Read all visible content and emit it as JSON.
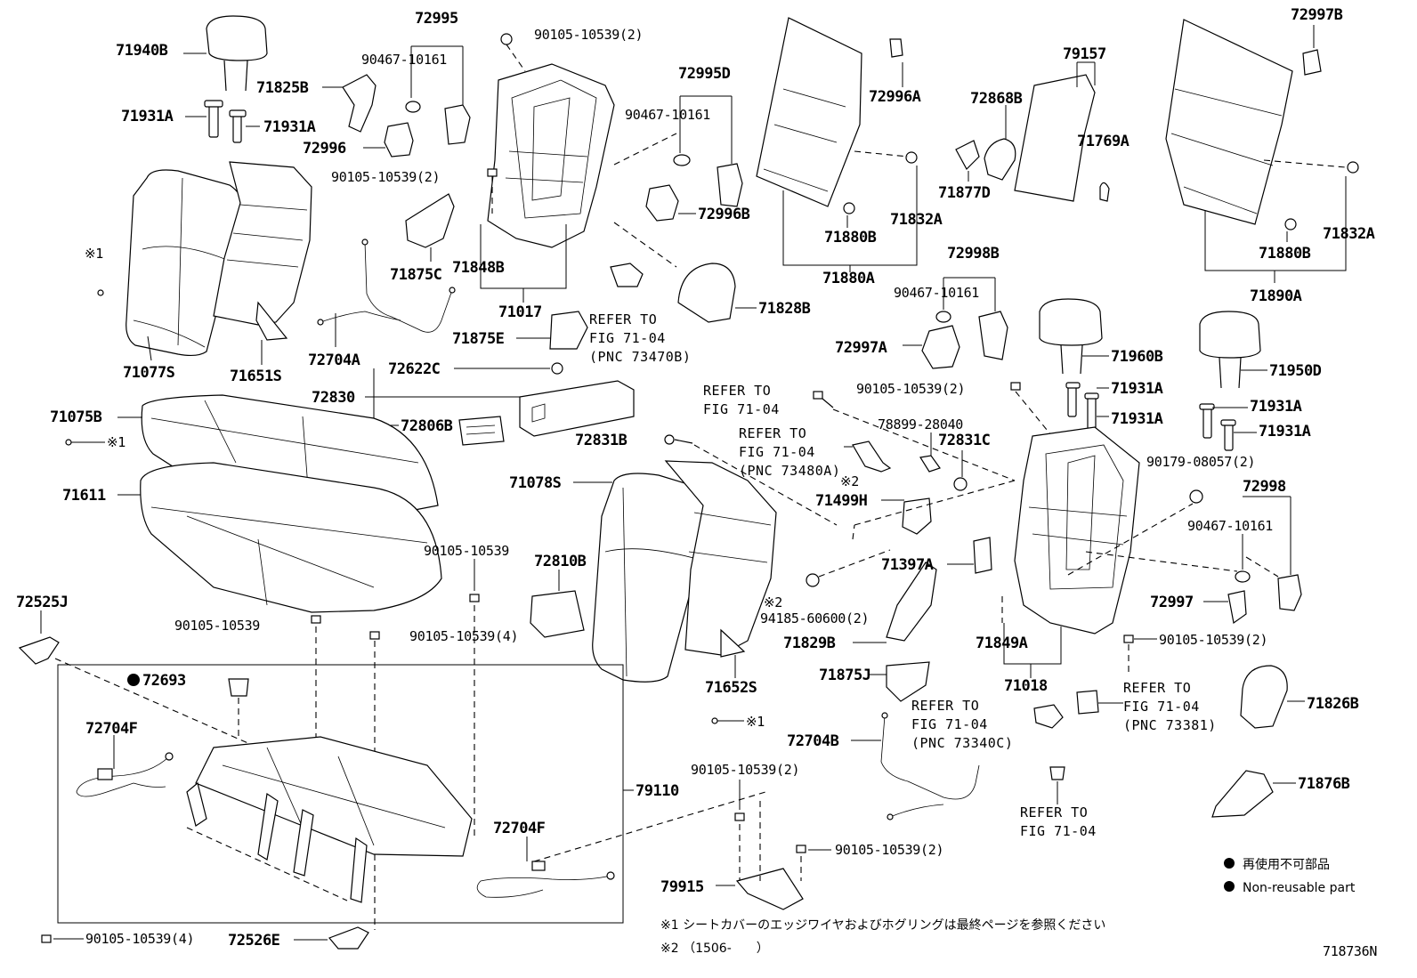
{
  "labels": [
    {
      "id": "p71940B",
      "text": "71940B"
    },
    {
      "id": "p72995",
      "text": "72995"
    },
    {
      "id": "p90105_top",
      "text": "90105-10539(2)"
    },
    {
      "id": "p90467_a",
      "text": "90467-10161"
    },
    {
      "id": "p71825B",
      "text": "71825B"
    },
    {
      "id": "p72995D",
      "text": "72995D"
    },
    {
      "id": "p90467_b",
      "text": "90467-10161"
    },
    {
      "id": "p71931A_1",
      "text": "71931A"
    },
    {
      "id": "p71931A_2",
      "text": "71931A"
    },
    {
      "id": "p72996",
      "text": "72996"
    },
    {
      "id": "p90105_l2",
      "text": "90105-10539(2)"
    },
    {
      "id": "p72996B",
      "text": "72996B"
    },
    {
      "id": "p71875C",
      "text": "71875C"
    },
    {
      "id": "p71848B",
      "text": "71848B"
    },
    {
      "id": "p71017",
      "text": "71017"
    },
    {
      "id": "pnote1_a",
      "text": "※1"
    },
    {
      "id": "p71875E",
      "text": "71875E"
    },
    {
      "id": "p71828B",
      "text": "71828B"
    },
    {
      "id": "p72704A",
      "text": "72704A"
    },
    {
      "id": "p71077S",
      "text": "71077S"
    },
    {
      "id": "p71651S",
      "text": "71651S"
    },
    {
      "id": "p72622C",
      "text": "72622C"
    },
    {
      "id": "p72830",
      "text": "72830"
    },
    {
      "id": "p72806B",
      "text": "72806B"
    },
    {
      "id": "p72831B",
      "text": "72831B"
    },
    {
      "id": "p71075B",
      "text": "71075B"
    },
    {
      "id": "pnote1_b",
      "text": "※1"
    },
    {
      "id": "p71611",
      "text": "71611"
    },
    {
      "id": "p71078S",
      "text": "71078S"
    },
    {
      "id": "p90105_mid",
      "text": "90105-10539"
    },
    {
      "id": "p72810B",
      "text": "72810B"
    },
    {
      "id": "p72525J",
      "text": "72525J"
    },
    {
      "id": "p90105_l3",
      "text": "90105-10539"
    },
    {
      "id": "p90105_4a",
      "text": "90105-10539(4)"
    },
    {
      "id": "p72693",
      "text": "72693"
    },
    {
      "id": "p72704F_1",
      "text": "72704F"
    },
    {
      "id": "p79110",
      "text": "79110"
    },
    {
      "id": "p72704F_2",
      "text": "72704F"
    },
    {
      "id": "p71652S",
      "text": "71652S"
    },
    {
      "id": "pnote1_c",
      "text": "※1"
    },
    {
      "id": "p90105_c2",
      "text": "90105-10539(2)"
    },
    {
      "id": "p79915",
      "text": "79915"
    },
    {
      "id": "p90105_c3",
      "text": "90105-10539(2)"
    },
    {
      "id": "p90105_4b",
      "text": "90105-10539(4)"
    },
    {
      "id": "p72526E",
      "text": "72526E"
    },
    {
      "id": "p72996A",
      "text": "72996A"
    },
    {
      "id": "p79157",
      "text": "79157"
    },
    {
      "id": "p72868B",
      "text": "72868B"
    },
    {
      "id": "p71769A",
      "text": "71769A"
    },
    {
      "id": "p71877D",
      "text": "71877D"
    },
    {
      "id": "p72997B",
      "text": "72997B"
    },
    {
      "id": "p71832A_1",
      "text": "71832A"
    },
    {
      "id": "p71880B_1",
      "text": "71880B"
    },
    {
      "id": "p71880A",
      "text": "71880A"
    },
    {
      "id": "p71832A_2",
      "text": "71832A"
    },
    {
      "id": "p71880B_2",
      "text": "71880B"
    },
    {
      "id": "p71890A",
      "text": "71890A"
    },
    {
      "id": "p72998B",
      "text": "72998B"
    },
    {
      "id": "p90467_c",
      "text": "90467-10161"
    },
    {
      "id": "p72997A",
      "text": "72997A"
    },
    {
      "id": "p71960B",
      "text": "71960B"
    },
    {
      "id": "p71950D",
      "text": "71950D"
    },
    {
      "id": "p90105_r1",
      "text": "90105-10539(2)"
    },
    {
      "id": "p71931A_3",
      "text": "71931A"
    },
    {
      "id": "p71931A_4",
      "text": "71931A"
    },
    {
      "id": "p71931A_5",
      "text": "71931A"
    },
    {
      "id": "p71931A_6",
      "text": "71931A"
    },
    {
      "id": "p78899",
      "text": "78899-28040"
    },
    {
      "id": "p72831C",
      "text": "72831C"
    },
    {
      "id": "p90179",
      "text": "90179-08057(2)"
    },
    {
      "id": "p72998",
      "text": "72998"
    },
    {
      "id": "pnote2_a",
      "text": "※2"
    },
    {
      "id": "p71499H",
      "text": "71499H"
    },
    {
      "id": "p90467_d",
      "text": "90467-10161"
    },
    {
      "id": "p71397A",
      "text": "71397A"
    },
    {
      "id": "pnote2_b",
      "text": "※2"
    },
    {
      "id": "p94185",
      "text": "94185-60600(2)"
    },
    {
      "id": "p72997",
      "text": "72997"
    },
    {
      "id": "p71829B",
      "text": "71829B"
    },
    {
      "id": "p71849A",
      "text": "71849A"
    },
    {
      "id": "p90105_r2",
      "text": "90105-10539(2)"
    },
    {
      "id": "p71875J",
      "text": "71875J"
    },
    {
      "id": "p71018",
      "text": "71018"
    },
    {
      "id": "p72704B",
      "text": "72704B"
    },
    {
      "id": "p71826B",
      "text": "71826B"
    },
    {
      "id": "p71876B",
      "text": "71876B"
    }
  ],
  "references": [
    {
      "id": "ref1",
      "lines": [
        "REFER TO",
        "FIG 71-04",
        "(PNC 73470B)"
      ]
    },
    {
      "id": "ref2",
      "lines": [
        "REFER TO",
        "FIG 71-04"
      ]
    },
    {
      "id": "ref3",
      "lines": [
        "REFER TO",
        "FIG 71-04",
        "(PNC 73480A)"
      ]
    },
    {
      "id": "ref4",
      "lines": [
        "REFER TO",
        "FIG 71-04",
        "(PNC 73340C)"
      ]
    },
    {
      "id": "ref5",
      "lines": [
        "REFER TO",
        "FIG 71-04",
        "(PNC 73381)"
      ]
    },
    {
      "id": "ref6",
      "lines": [
        "REFER TO",
        "FIG 71-04"
      ]
    }
  ],
  "legend": {
    "jp": "再使用不可部品",
    "en": "Non-reusable part"
  },
  "notes": {
    "note1": "※1 シートカバーのエッジワイヤおよびホグリングは最終ページを参照ください",
    "note2": "※2 （1506-　　）"
  },
  "figure_id": "718736N"
}
